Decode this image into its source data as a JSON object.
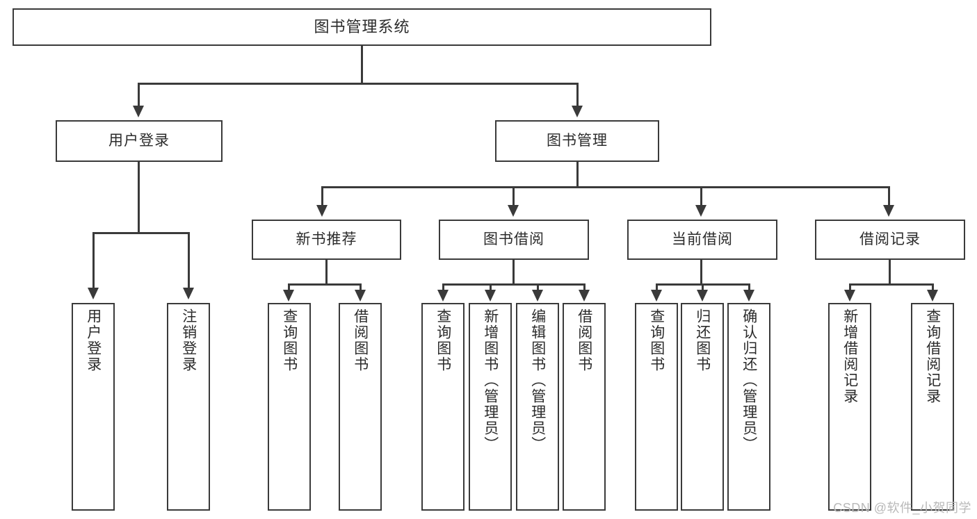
{
  "diagram": {
    "title": "图书管理系统",
    "type": "tree-hierarchy-diagram",
    "colors": {
      "stroke": "#3a3a3a",
      "box_fill": "#ffffff",
      "text": "#2b2b2b",
      "background": "#ffffff",
      "watermark": "#b9b9b9"
    },
    "root": {
      "label": "图书管理系统"
    },
    "level2": [
      {
        "label": "用户登录"
      },
      {
        "label": "图书管理"
      }
    ],
    "level3": [
      {
        "label": "新书推荐"
      },
      {
        "label": "图书借阅"
      },
      {
        "label": "当前借阅"
      },
      {
        "label": "借阅记录"
      }
    ],
    "leaves": {
      "user_login": [
        {
          "label": "用户登录"
        },
        {
          "label": "注销登录"
        }
      ],
      "new_book_recommend": [
        {
          "label": "查询图书"
        },
        {
          "label": "借阅图书"
        }
      ],
      "book_borrow": [
        {
          "label": "查询图书"
        },
        {
          "label": "新增图书（管理员）"
        },
        {
          "label": "编辑图书（管理员）"
        },
        {
          "label": "借阅图书"
        }
      ],
      "current_borrow": [
        {
          "label": "查询图书"
        },
        {
          "label": "归还图书"
        },
        {
          "label": "确认归还（管理员）"
        }
      ],
      "borrow_record": [
        {
          "label": "新增借阅记录"
        },
        {
          "label": "查询借阅记录"
        }
      ]
    }
  },
  "watermark": {
    "text": "CSDN @软件_小贺同学"
  }
}
